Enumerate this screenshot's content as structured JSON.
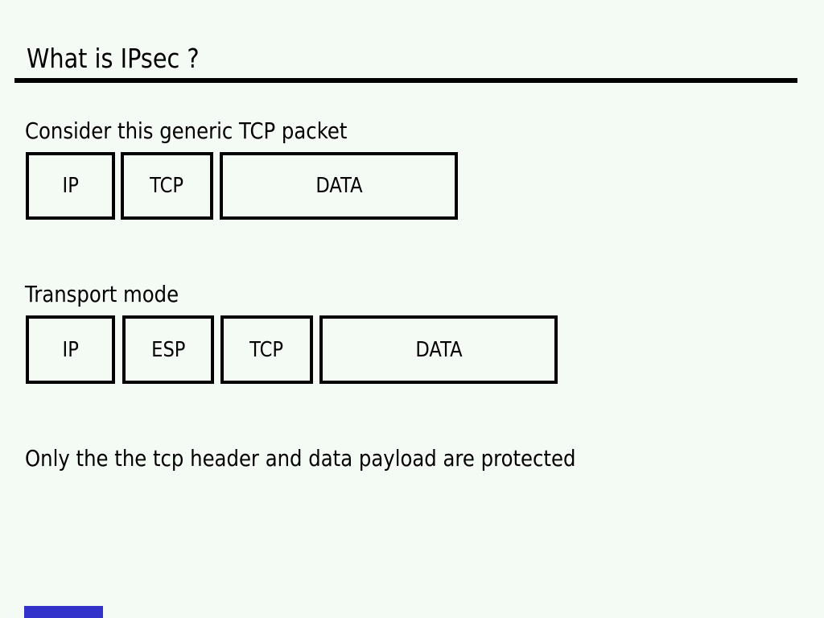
{
  "slide": {
    "title": "What is IPsec ?",
    "background_color": "#f4faf4",
    "text_color": "#000000",
    "rule_color": "#000000",
    "progress_bar_color": "#3333cc"
  },
  "captions": {
    "generic_packet": "Consider this generic TCP packet",
    "transport_mode": "Transport mode",
    "protection_note": "Only the the tcp header and data payload are protected"
  },
  "packets": {
    "generic": {
      "fields": [
        "IP",
        "TCP",
        "DATA"
      ]
    },
    "transport": {
      "fields": [
        "IP",
        "ESP",
        "TCP",
        "DATA"
      ]
    }
  }
}
